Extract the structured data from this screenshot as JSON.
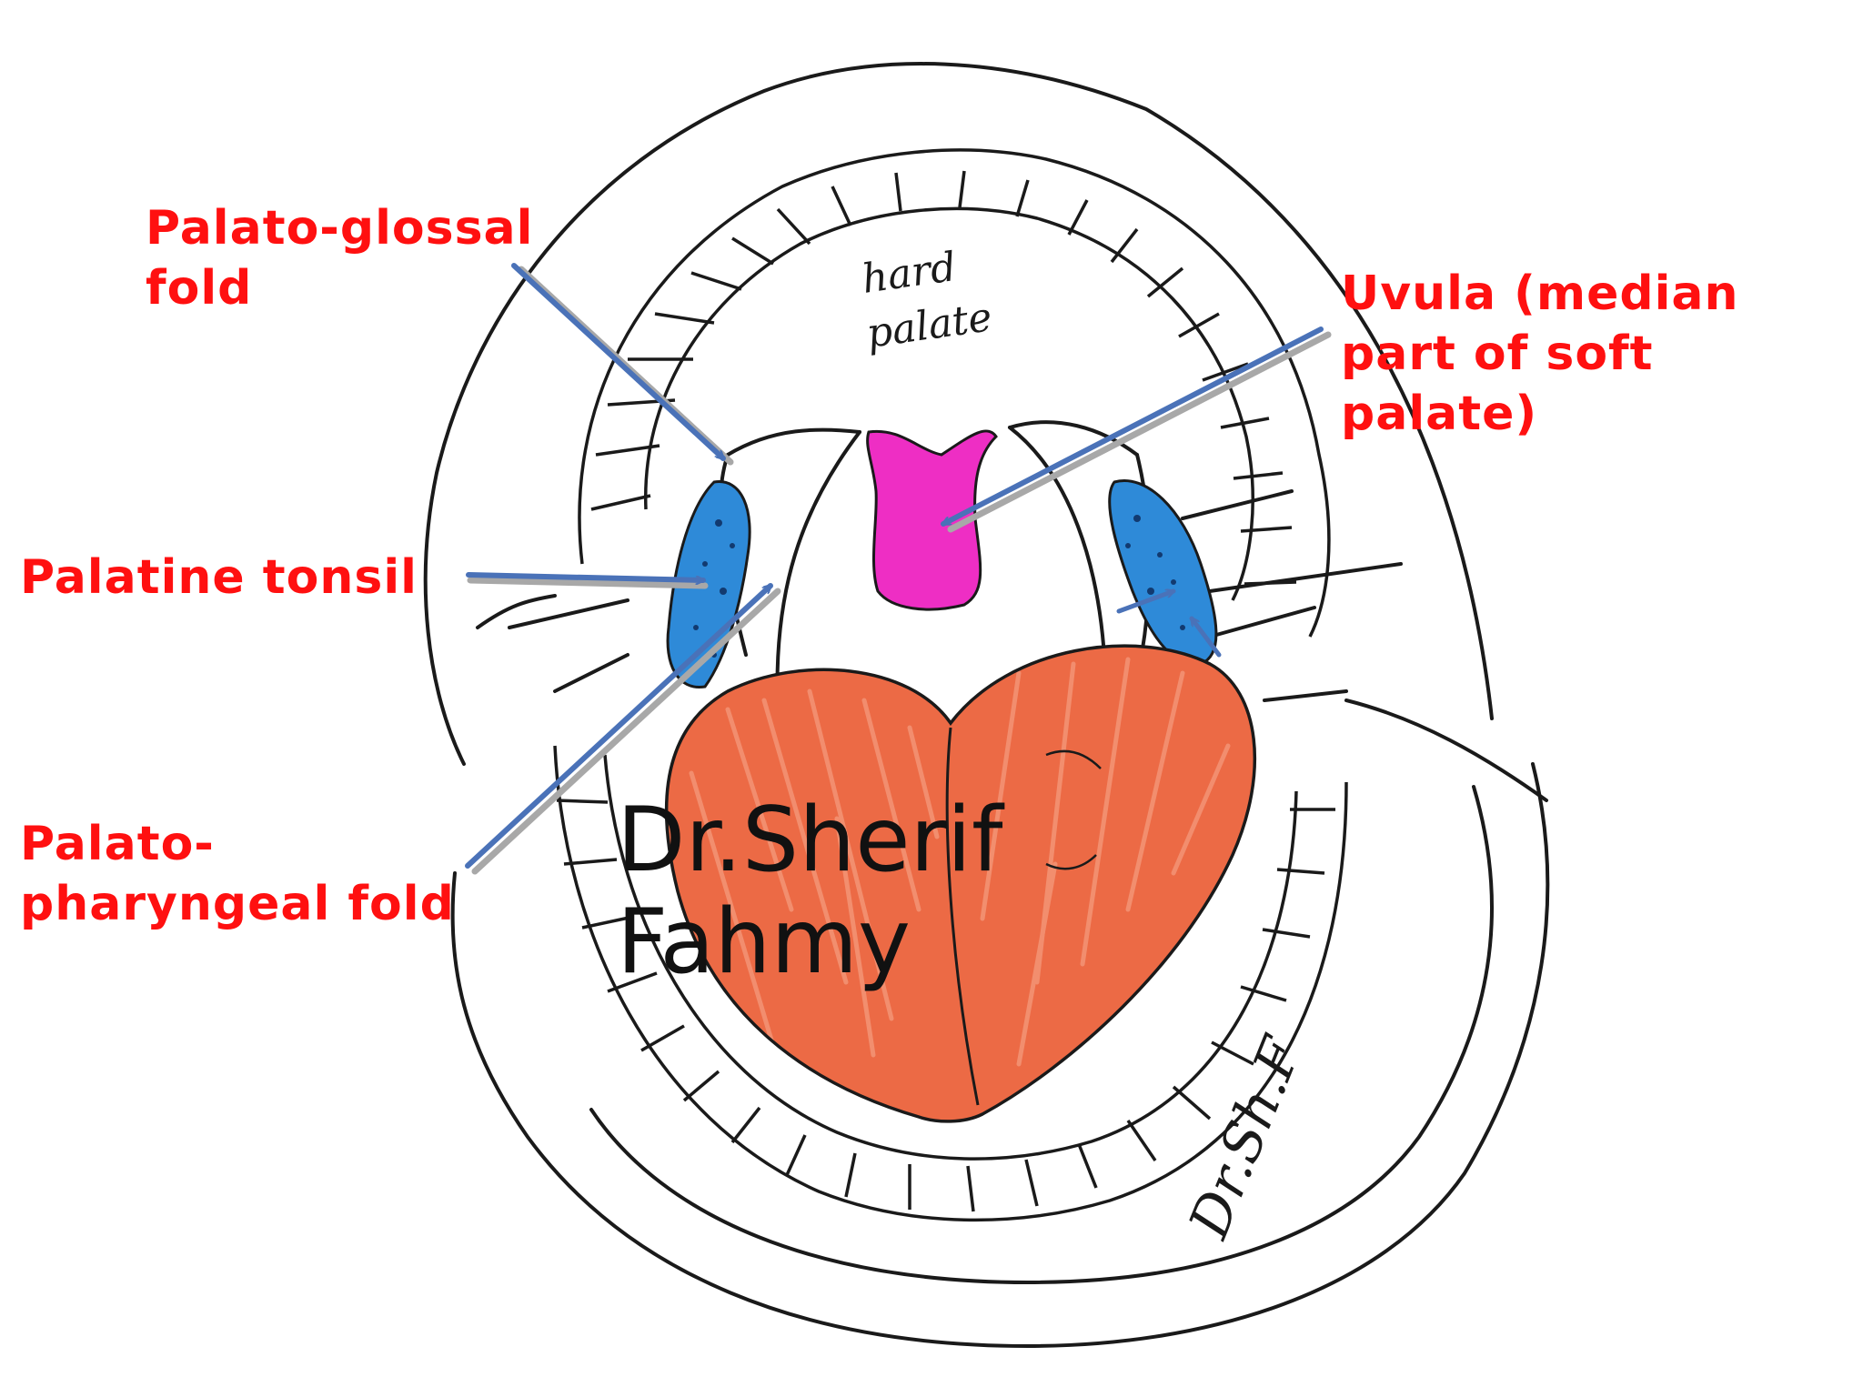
{
  "labels": {
    "palatoglossal": [
      "Palato-glossal",
      "fold"
    ],
    "uvula": [
      "Uvula (median",
      "part of soft",
      "palate)"
    ],
    "tonsil": [
      "Palatine tonsil"
    ],
    "palatopharyngeal": [
      "Palato-",
      "pharyngeal fold"
    ]
  },
  "watermark": [
    "Dr.Sherif",
    "Fahmy"
  ],
  "handwritten": {
    "hard_palate": [
      "hard",
      "palate"
    ],
    "signature": "Dr.Sh.F"
  },
  "colors": {
    "label_text": "#ff1010",
    "arrow": "#4a72b8",
    "arrow_shadow": "#a8a8a8",
    "ink": "#1a1a1a",
    "tongue": "#ec6a45",
    "tongue_highlight": "#f49a7c",
    "uvula": "#ee2ec4",
    "tonsil": "#2e8ad8",
    "tonsil_dots": "#123a70",
    "watermark_text": "#111111"
  }
}
